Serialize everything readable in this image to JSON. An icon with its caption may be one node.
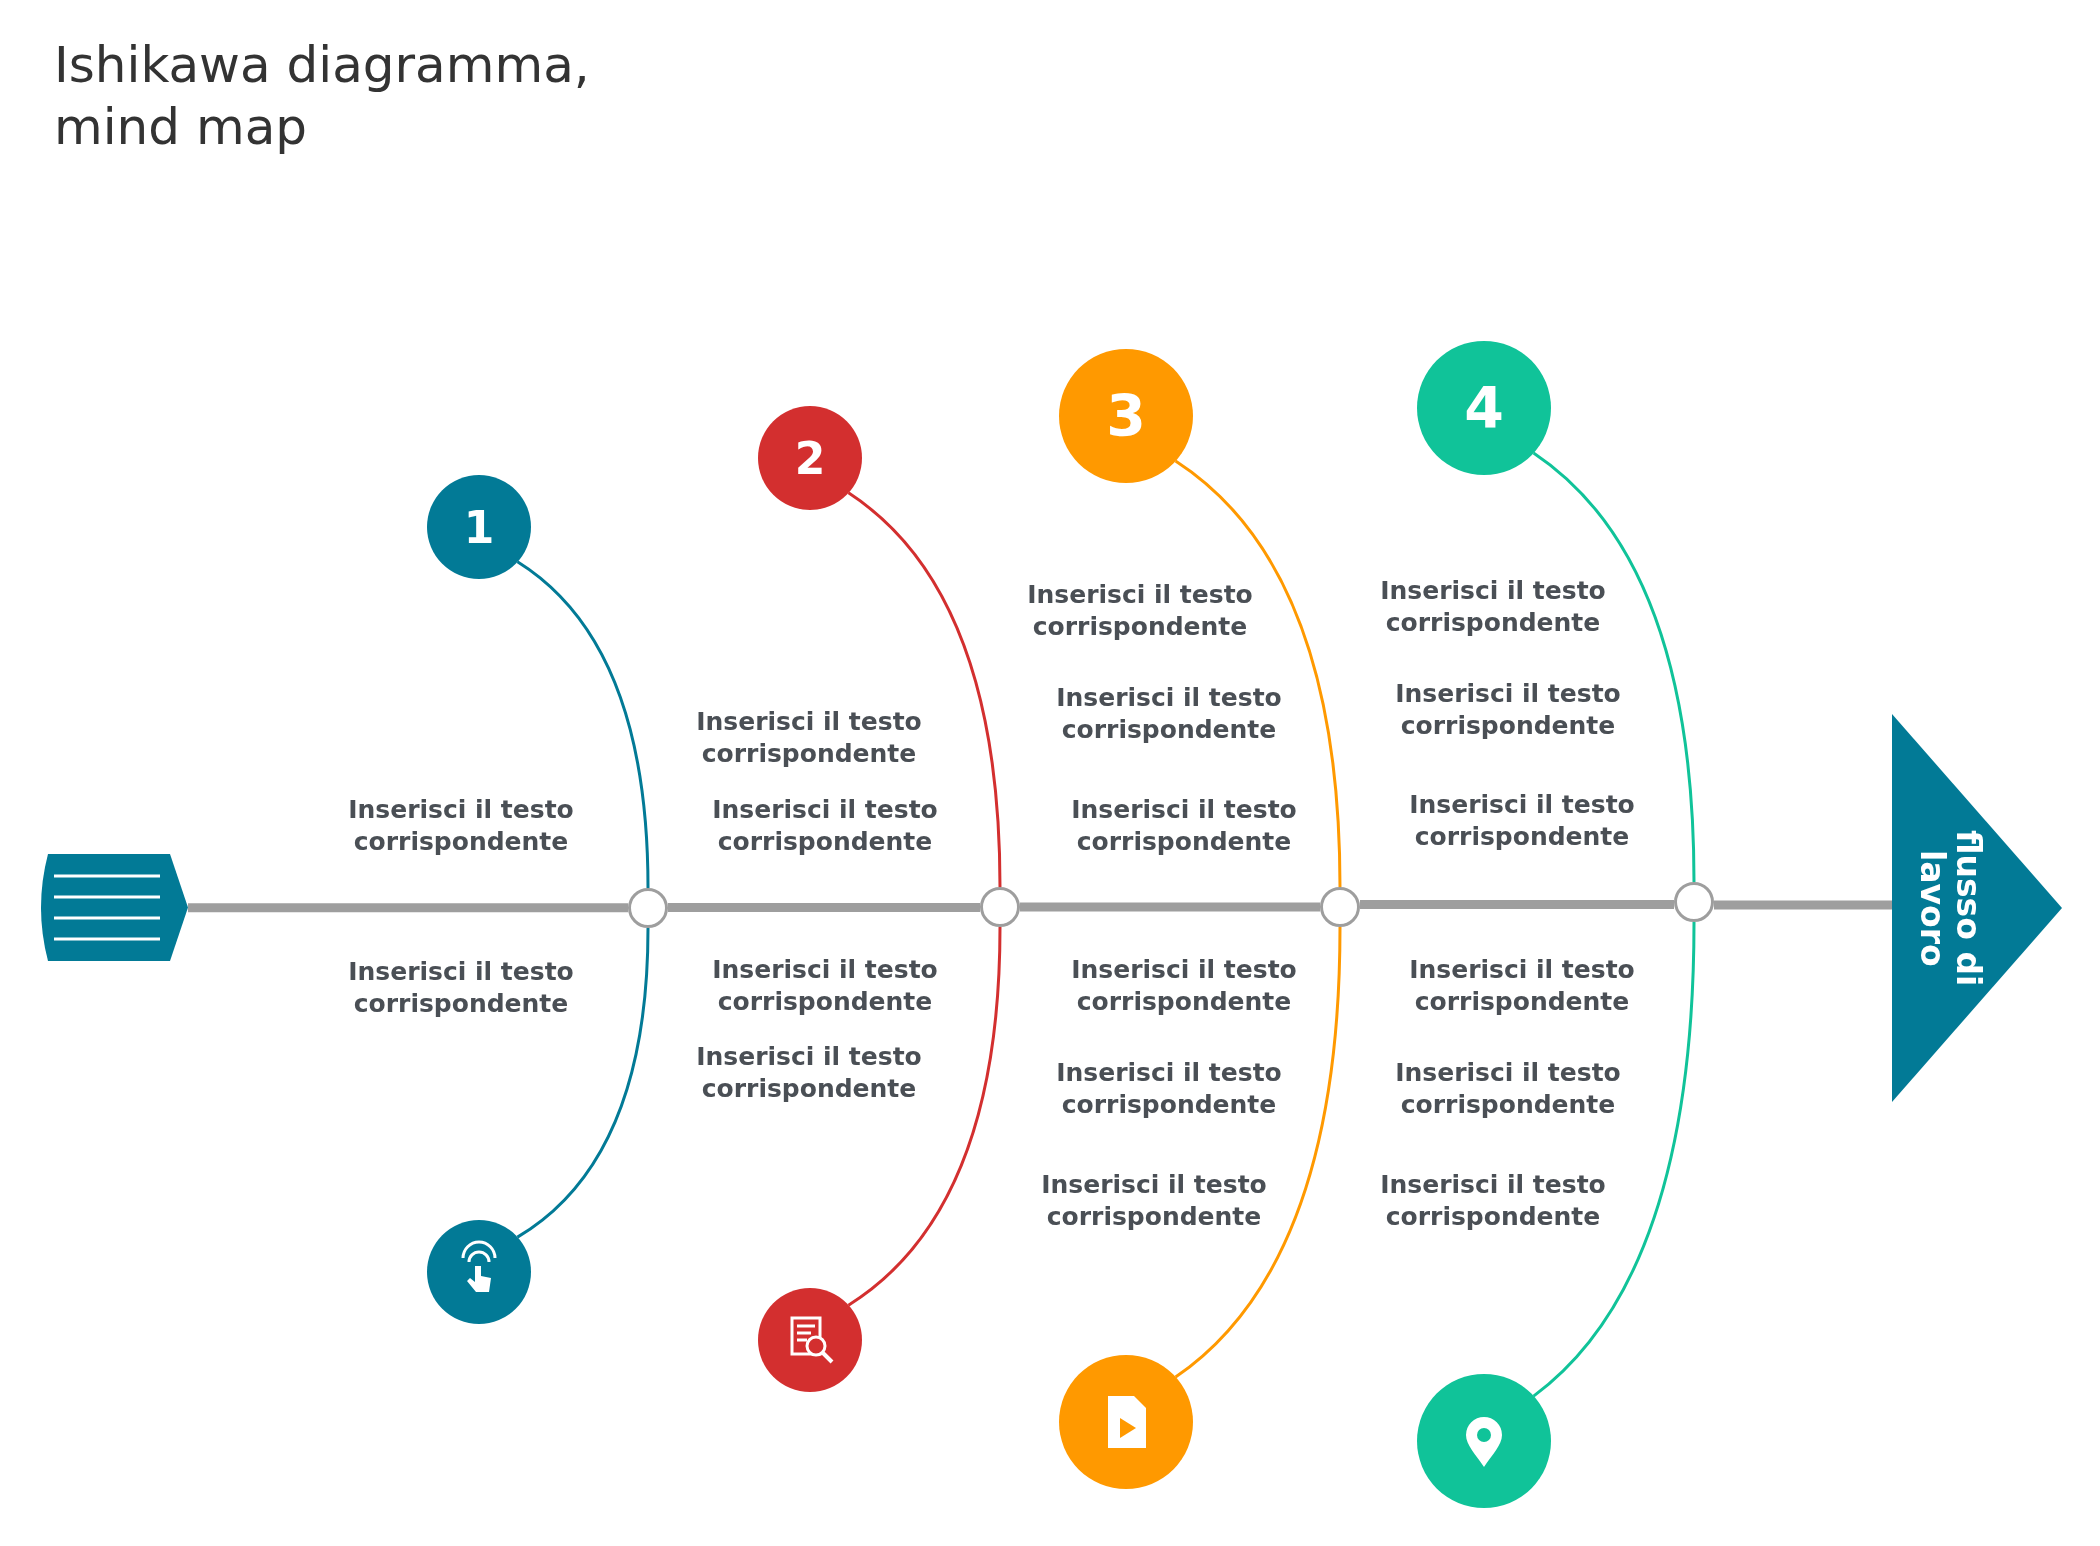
{
  "diagram": {
    "title": "Ishikawa diagramma, mind map",
    "nodes": [
      {
        "text": [],
        "shape": "box"
      },
      {
        "text": [
          "flusso di lavoro"
        ]
      },
      {
        "text": [],
        "shape": "circle"
      },
      {
        "text": [],
        "shape": "circle"
      },
      {
        "text": [],
        "shape": "circle"
      },
      {
        "text": [],
        "shape": "circle"
      },
      {
        "text": [
          "1"
        ]
      },
      {
        "text": [
          "2"
        ]
      },
      {
        "text": [
          "3"
        ]
      },
      {
        "text": [
          "4"
        ]
      },
      {
        "text": [],
        "shape": "circle"
      },
      {
        "text": [],
        "shape": "circle"
      },
      {
        "text": [],
        "shape": "circle"
      },
      {
        "text": [],
        "shape": "circle"
      }
    ],
    "edges": [
      {
        "from": 0,
        "to": 2,
        "arrow": "none",
        "style": "thick"
      },
      {
        "from": 2,
        "to": 3,
        "arrow": "none",
        "style": "thick"
      },
      {
        "from": 3,
        "to": 4,
        "arrow": "none",
        "style": "thick"
      },
      {
        "from": 4,
        "to": 5,
        "arrow": "none",
        "style": "thick"
      },
      {
        "from": 5,
        "to": 1,
        "arrow": "none",
        "style": "thick"
      },
      {
        "from": 6,
        "to": 2,
        "arrow": "none",
        "color": "#027a96"
      },
      {
        "from": 2,
        "to": 10,
        "arrow": "none",
        "color": "#027a96"
      },
      {
        "from": 7,
        "to": 3,
        "arrow": "none",
        "color": "#d32f2f"
      },
      {
        "from": 3,
        "to": 11,
        "arrow": "none",
        "color": "#d32f2f"
      },
      {
        "from": 8,
        "to": 4,
        "arrow": "none",
        "color": "#ff9900"
      },
      {
        "from": 4,
        "to": 12,
        "arrow": "none",
        "color": "#ff9900"
      },
      {
        "from": 9,
        "to": 5,
        "arrow": "none",
        "color": "#10c399"
      },
      {
        "from": 5,
        "to": 13,
        "arrow": "none",
        "color": "#10c399"
      }
    ],
    "labels": [
      "Inserisci il testo corrispondente",
      "Inserisci il testo corrispondente",
      "Inserisci il testo corrispondente",
      "Inserisci il testo corrispondente",
      "Inserisci il testo corrispondente",
      "Inserisci il testo corrispondente",
      "Inserisci il testo corrispondente",
      "Inserisci il testo corrispondente",
      "Inserisci il testo corrispondente",
      "Inserisci il testo corrispondente",
      "Inserisci il testo corrispondente",
      "Inserisci il testo corrispondente",
      "Inserisci il testo corrispondente",
      "Inserisci il testo corrispondente",
      "Inserisci il testo corrispondente",
      "Inserisci il testo corrispondente",
      "Inserisci il testo corrispondente",
      "Inserisci il testo corrispondente"
    ]
  }
}
